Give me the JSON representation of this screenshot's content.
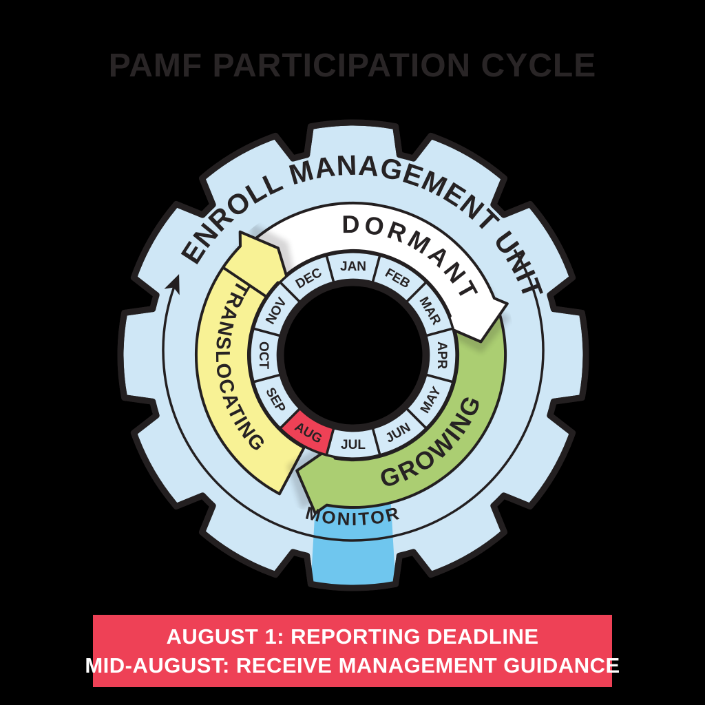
{
  "title": "PAMF PARTICIPATION CYCLE",
  "gear": {
    "ring_label": "ENROLL MANAGEMENT UNIT"
  },
  "months": [
    {
      "label": "JAN"
    },
    {
      "label": "FEB"
    },
    {
      "label": "MAR"
    },
    {
      "label": "APR"
    },
    {
      "label": "MAY"
    },
    {
      "label": "JUN"
    },
    {
      "label": "JUL"
    },
    {
      "label": "AUG",
      "highlight": true
    },
    {
      "label": "SEP"
    },
    {
      "label": "OCT"
    },
    {
      "label": "NOV"
    },
    {
      "label": "DEC"
    }
  ],
  "phases": {
    "dormant": {
      "label": "DORMANT",
      "color": "#ffffff"
    },
    "growing": {
      "label": "GROWING",
      "color": "#abce72"
    },
    "translocating": {
      "label": "TRANSLOCATING",
      "color": "#f8f295"
    },
    "monitor": {
      "label": "MONITOR",
      "color": "#6fc6ee"
    }
  },
  "highlight_color": "#ee4156",
  "banner": {
    "line1": "AUGUST 1: REPORTING DEADLINE",
    "line2": "MID-AUGUST: RECEIVE MANAGEMENT GUIDANCE",
    "background": "#ee4156"
  },
  "colors": {
    "background": "#000000",
    "title_text": "#292526",
    "gear_fill": "#cfe7f6",
    "month_fill": "#d4eaf8",
    "outline": "#231f20",
    "center_hole": "#000000",
    "banner_text": "#ffffff"
  }
}
